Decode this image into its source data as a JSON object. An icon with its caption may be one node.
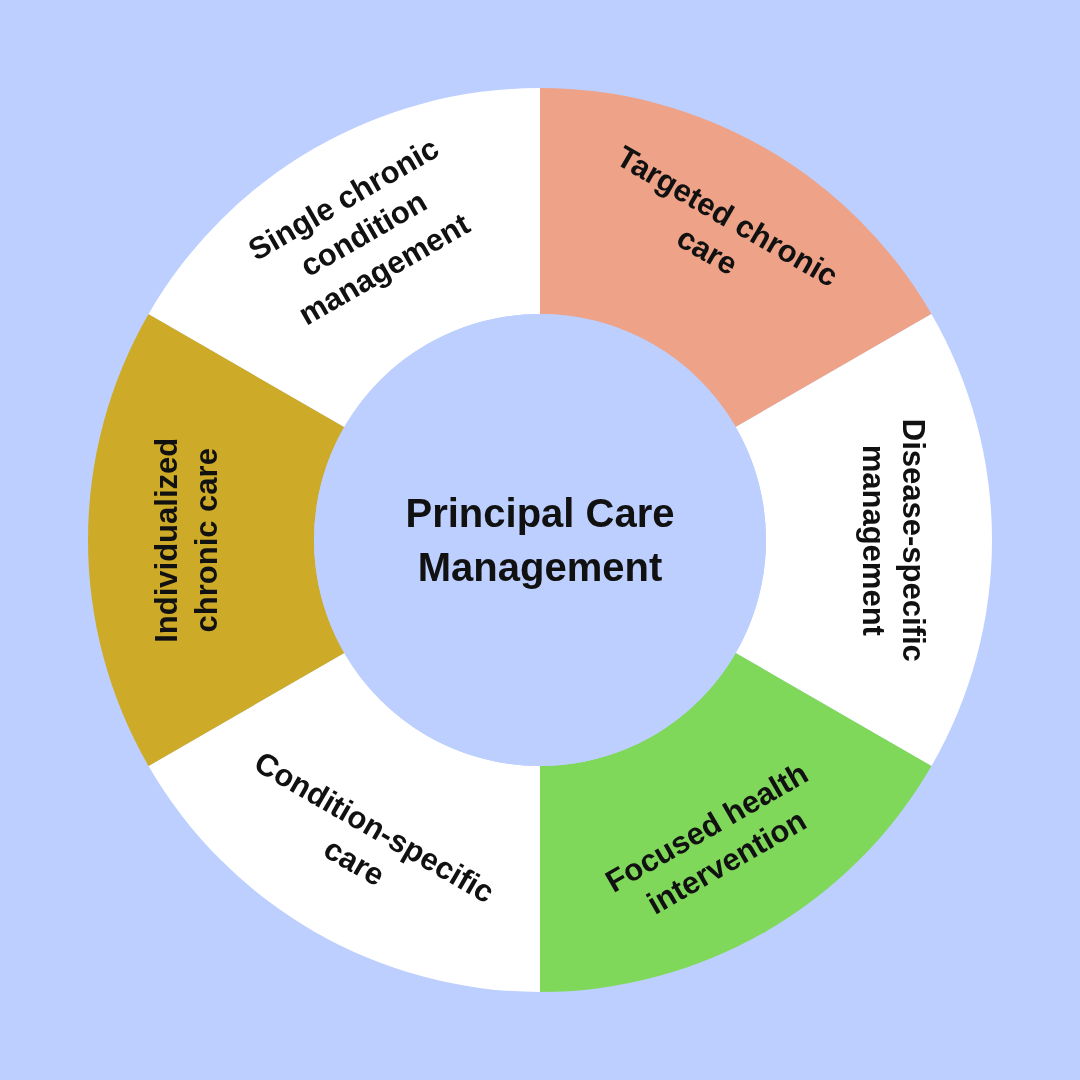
{
  "diagram": {
    "nodes": [
      {
        "text": [
          "Principal Care Management"
        ]
      },
      {
        "text": [
          "Targeted chronic care"
        ]
      },
      {
        "text": [
          "Disease-specific management"
        ]
      },
      {
        "text": [
          "Focused health intervention"
        ]
      },
      {
        "text": [
          "Condition-specific care"
        ]
      },
      {
        "text": [
          "Individualized chronic care"
        ]
      },
      {
        "text": [
          "Single chronic condition management"
        ]
      }
    ]
  }
}
